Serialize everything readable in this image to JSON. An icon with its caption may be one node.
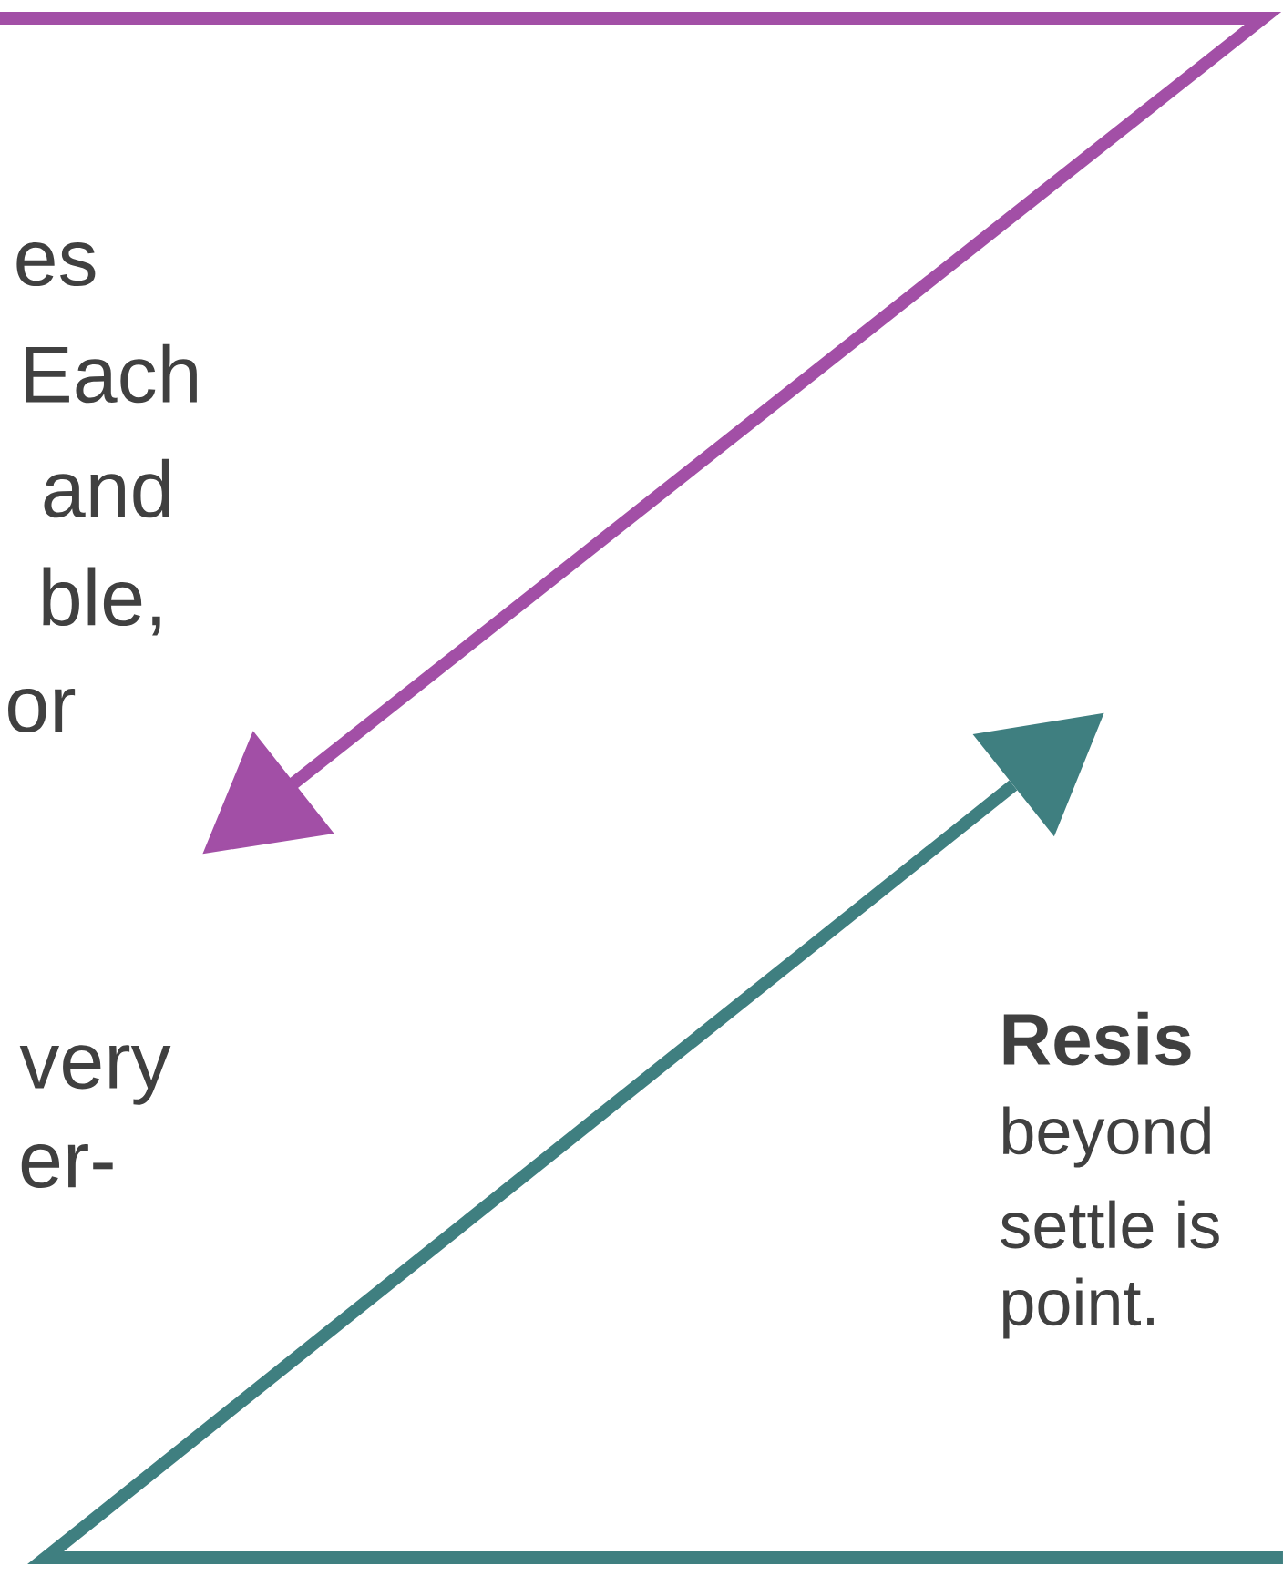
{
  "diagram": {
    "labels": [
      "es",
      "Each",
      "and",
      "ble,",
      "or",
      "very",
      "er-",
      "Resis",
      "beyond",
      "settle is",
      "point."
    ]
  }
}
